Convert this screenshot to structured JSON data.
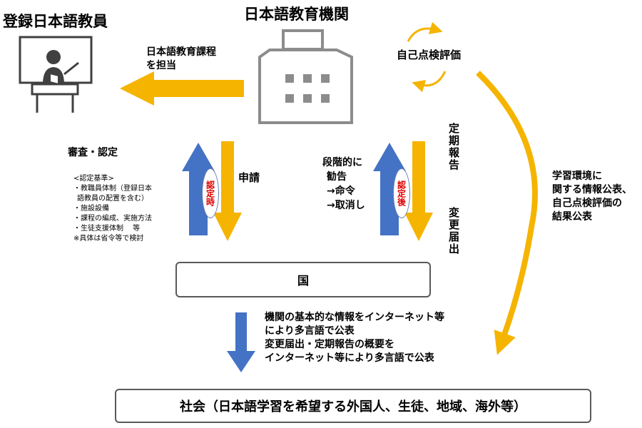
{
  "teachers": {
    "title": "登録日本語教員"
  },
  "institution": {
    "title": "日本語教育機関"
  },
  "self_eval": {
    "label": "自己点検評価"
  },
  "course": {
    "lines": [
      "日本語教育課程",
      "を担当"
    ]
  },
  "review": {
    "title": "審査・認定",
    "criteria": [
      "<認定基準>",
      "・教職員体制（登録日本",
      "語教員の配置を含む）",
      "・施設設備",
      "・課程の編成、実施方法",
      "・生徒支援体制　 等",
      "※具体は省令等で検討"
    ]
  },
  "apply": {
    "label": "申請"
  },
  "badge_at_certification": {
    "text": "認定時"
  },
  "badge_after_certification": {
    "text": "認定後"
  },
  "recommend": {
    "lines": [
      "段階的に",
      "勧告",
      "→命令",
      "→取消し"
    ]
  },
  "report": {
    "periodic": "定期報告",
    "change": "変更届出"
  },
  "publish_env": {
    "lines": [
      "学習環境に",
      "関する情報公表、",
      "自己点検評価の",
      "結果公表"
    ]
  },
  "country": {
    "label": "国"
  },
  "publish_info": {
    "lines": [
      "機関の基本的な情報をインターネット等",
      "により多言語で公表",
      "変更届出・定期報告の概要を",
      "インターネット等により多言語で公表"
    ]
  },
  "society": {
    "label": "社会（日本語学習を希望する外国人、生徒、地域、海外等）"
  },
  "colors": {
    "yellow": "#F5B400",
    "blue": "#4472C4",
    "gray": "#7F7F7F",
    "red": "#E00000",
    "border": "#595959"
  },
  "icons": [
    "teacher-icon",
    "building-icon",
    "cycle-arrows-icon"
  ]
}
